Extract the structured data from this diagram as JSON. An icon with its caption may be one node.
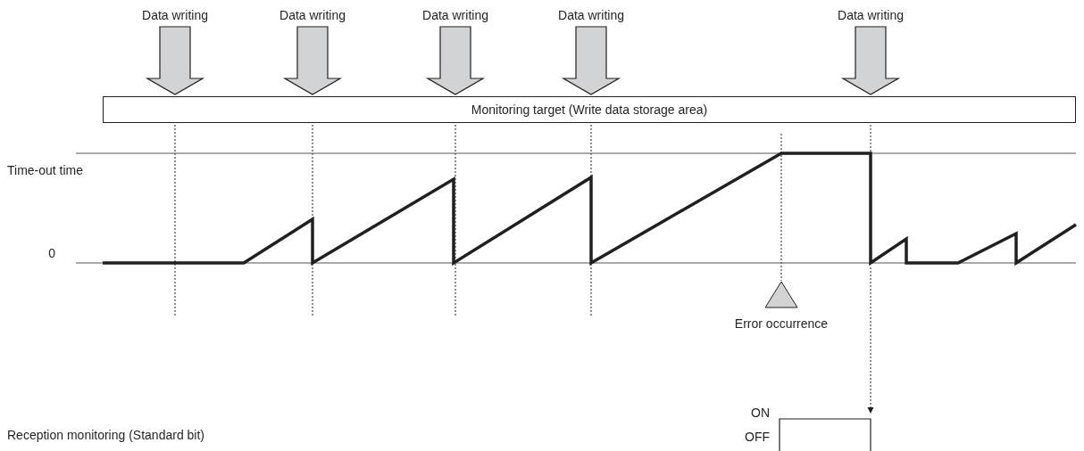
{
  "diagram": {
    "nodes": [
      {
        "text": [
          "Data writing"
        ]
      },
      {
        "text": [
          "Data writing"
        ]
      },
      {
        "text": [
          "Data writing"
        ]
      },
      {
        "text": [
          "Data writing"
        ]
      },
      {
        "text": [
          "Data writing"
        ]
      },
      {
        "text": [
          "Monitoring target (Write data storage area)"
        ]
      },
      {
        "text": [],
        "shape": "box",
        "beside": [
          "ON",
          "OFF"
        ]
      }
    ],
    "edges": [
      {
        "from": 0,
        "to": 5,
        "arrow": "to"
      },
      {
        "from": 1,
        "to": 5,
        "arrow": "to"
      },
      {
        "from": 2,
        "to": 5,
        "arrow": "to"
      },
      {
        "from": 3,
        "to": 5,
        "arrow": "to"
      },
      {
        "from": 4,
        "to": 5,
        "arrow": "to"
      },
      {
        "from": null,
        "to": 6,
        "arrow": "to",
        "style": "dashed"
      }
    ],
    "labels": [
      "Time-out time",
      "0",
      "Error occurrence",
      "Reception monitoring (Standard bit)"
    ]
  }
}
